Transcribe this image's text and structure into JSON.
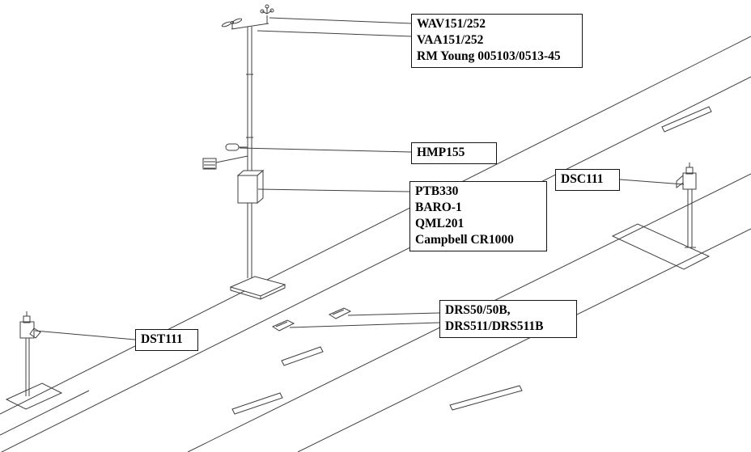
{
  "diagram": {
    "description": "Road weather station sensor diagram",
    "colors": {
      "line": "#3f3f3f",
      "label_border": "#141414",
      "label_background": "#ffffff",
      "text": "#000000"
    },
    "labels": {
      "wind_sensors": {
        "lines": [
          "WAV151/252",
          "VAA151/252",
          "RM Young 005103/0513-45"
        ]
      },
      "humidity_sensor": "HMP155",
      "enclosure": {
        "lines": [
          "PTB330",
          "BARO-1",
          "QML201",
          "Campbell CR1000"
        ]
      },
      "remote_surface_state_sensor": "DSC111",
      "remote_surface_temp_sensor": "DST111",
      "road_sensors": {
        "lines": [
          "DRS50/50B,",
          "DRS511/DRS511B"
        ]
      }
    }
  }
}
